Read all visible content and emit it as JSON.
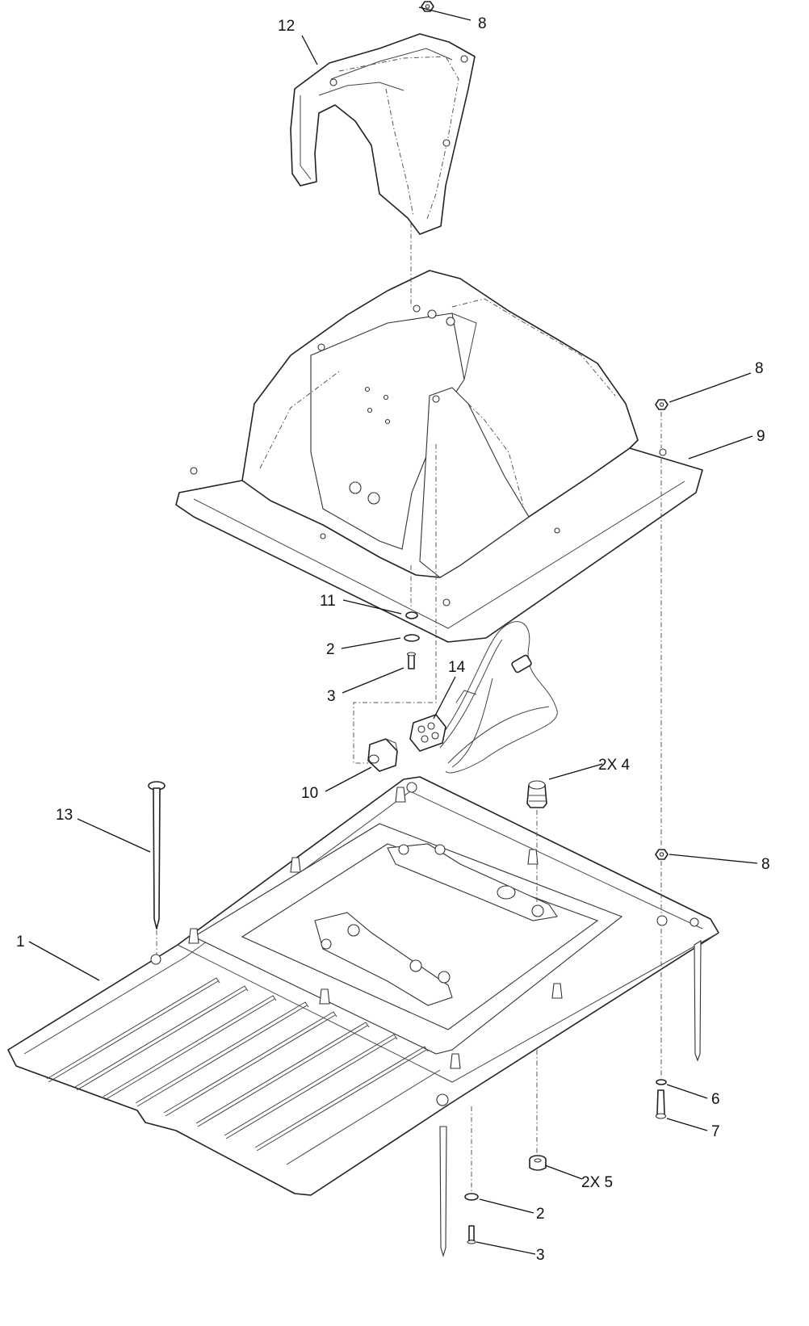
{
  "callouts": [
    {
      "id": "c12",
      "text": "12"
    },
    {
      "id": "c8a",
      "text": "8"
    },
    {
      "id": "c8b",
      "text": "8"
    },
    {
      "id": "c9",
      "text": "9"
    },
    {
      "id": "c11",
      "text": "11"
    },
    {
      "id": "c2a",
      "text": "2"
    },
    {
      "id": "c3a",
      "text": "3"
    },
    {
      "id": "c14",
      "text": "14"
    },
    {
      "id": "c10",
      "text": "10"
    },
    {
      "id": "c2x4",
      "text": "2X 4"
    },
    {
      "id": "c13",
      "text": "13"
    },
    {
      "id": "c8c",
      "text": "8"
    },
    {
      "id": "c1",
      "text": "1"
    },
    {
      "id": "c6",
      "text": "6"
    },
    {
      "id": "c7",
      "text": "7"
    },
    {
      "id": "c2x5",
      "text": "2X 5"
    },
    {
      "id": "c2b",
      "text": "2"
    },
    {
      "id": "c3b",
      "text": "3"
    }
  ]
}
